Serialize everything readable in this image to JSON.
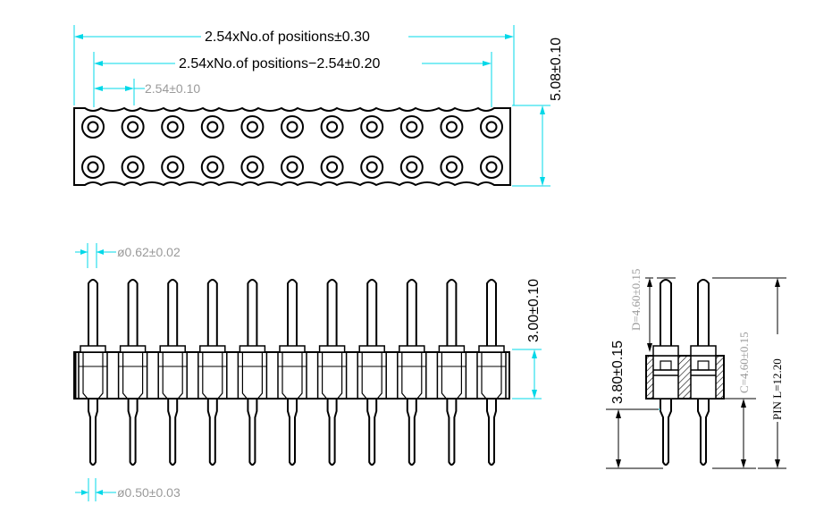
{
  "top_view": {
    "overall_length": "2.54xNo.of  positions±0.30",
    "pitch_span": "2.54xNo.of  positions−2.54±0.20",
    "pitch": "2.54±0.10",
    "width": "5.08±0.10"
  },
  "front_view": {
    "upper_pin_diameter": "ø0.62±0.02",
    "lower_pin_diameter": "ø0.50±0.03",
    "pin_above_height": "3.00±0.10"
  },
  "side_view": {
    "body_height": "3.80±0.15",
    "pin_D": "D=4.60±0.15",
    "pin_C": "C=4.60±0.15",
    "pin_length": "PIN L=12.20"
  },
  "colors": {
    "dimension": "#00d8e8",
    "outline": "#000000",
    "grey_text": "#9a9a9a"
  }
}
